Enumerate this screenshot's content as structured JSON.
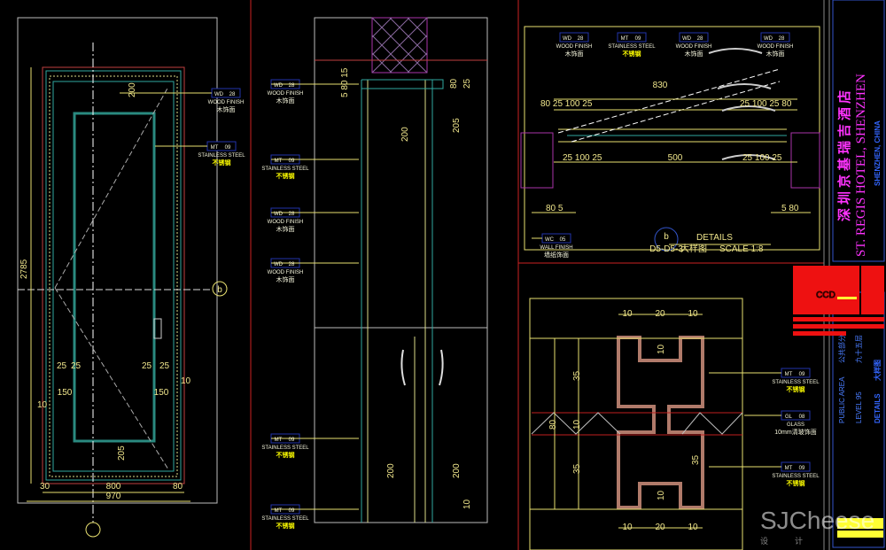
{
  "left_elevation": {
    "dims": {
      "height": "2785",
      "width_inner": "800",
      "width_outer": "970",
      "side_left": "150",
      "side_right": "150",
      "d25": "25",
      "d205": "205",
      "d200": "200",
      "d30": "30",
      "d80": "80",
      "d10": "10"
    },
    "tags": [
      {
        "code": "WD",
        "num": "28",
        "name": "WOOD FINISH",
        "cn": "木饰面",
        "hl": false
      },
      {
        "code": "MT",
        "num": "09",
        "name": "STAINLESS STEEL",
        "cn": "不锈钢",
        "hl": true
      }
    ],
    "section_marker": "b"
  },
  "middle_section": {
    "dims": {
      "d5_80_15": "5 80 15",
      "d80": "80",
      "d25": "25",
      "d200a": "200",
      "d205": "205",
      "d200b": "200",
      "d200c": "200",
      "d10": "10"
    },
    "tags": [
      {
        "code": "WD",
        "num": "28",
        "name": "WOOD FINISH",
        "cn": "木饰面",
        "hl": false
      },
      {
        "code": "MT",
        "num": "09",
        "name": "STAINLESS STEEL",
        "cn": "不锈钢",
        "hl": true
      },
      {
        "code": "WD",
        "num": "28",
        "name": "WOOD FINISH",
        "cn": "木饰面",
        "hl": false
      },
      {
        "code": "WD",
        "num": "28",
        "name": "WOOD FINISH",
        "cn": "木饰面",
        "hl": false
      },
      {
        "code": "MT",
        "num": "09",
        "name": "STAINLESS STEEL",
        "cn": "不锈钢",
        "hl": true
      },
      {
        "code": "MT",
        "num": "09",
        "name": "STAINLESS STEEL",
        "cn": "不锈钢",
        "hl": true
      }
    ]
  },
  "plan_detail": {
    "tags": [
      {
        "code": "WD",
        "num": "28",
        "name": "WOOD FINISH",
        "cn": "木饰面",
        "hl": false
      },
      {
        "code": "MT",
        "num": "09",
        "name": "STAINLESS STEEL",
        "cn": "不锈钢",
        "hl": true
      },
      {
        "code": "WD",
        "num": "28",
        "name": "WOOD FINISH",
        "cn": "木饰面",
        "hl": false
      },
      {
        "code": "WD",
        "num": "28",
        "name": "WOOD FINISH",
        "cn": "木饰面",
        "hl": false
      },
      {
        "code": "WC",
        "num": "05",
        "name": "WALL FINISH",
        "cn": "墙纸饰面",
        "hl": false
      }
    ],
    "dims": {
      "d830": "830",
      "top_left": "80  25  100  25",
      "top_right": "25  100  25  80",
      "mid_left": "25  100  25",
      "d500": "500",
      "mid_right": "25  100  25",
      "bot_left": "80  5",
      "bot_right": "5  80"
    },
    "title": "DETAILS",
    "title_cn": "大样图",
    "scale": "SCALE  1:8",
    "marker": "b",
    "marker_ref": "D5-D5-3"
  },
  "profile_detail": {
    "dims": {
      "top": [
        "10",
        "20",
        "10"
      ],
      "bottom": [
        "10",
        "20",
        "10"
      ],
      "d35a": "35",
      "d35b": "35",
      "d35c": "35",
      "d10a": "10",
      "d10b": "10",
      "d10c": "10",
      "d80": "80"
    },
    "tags": [
      {
        "code": "MT",
        "num": "09",
        "name": "STAINLESS STEEL",
        "cn": "不锈钢",
        "hl": true
      },
      {
        "code": "GL",
        "num": "08",
        "name": "GLASS",
        "cn": "10mm清玻饰面",
        "hl": false
      },
      {
        "code": "MT",
        "num": "09",
        "name": "STAINLESS STEEL",
        "cn": "不锈钢",
        "hl": true
      }
    ]
  },
  "title_block": {
    "project_cn": "深圳京基瑞吉酒店",
    "project_en": "ST. REGIS HOTEL, SHENZHEN",
    "location": "SHENZHEN, CHINA",
    "logo": "CCD",
    "area_en": "PUBLIC AREA",
    "area_cn": "公共部分",
    "level_en": "LEVEL 95",
    "level_cn": "九十五层",
    "drawing_en": "DETAILS",
    "drawing_cn": "大样图"
  },
  "watermark": {
    "brand": "SJCheese",
    "sub": "设计"
  }
}
